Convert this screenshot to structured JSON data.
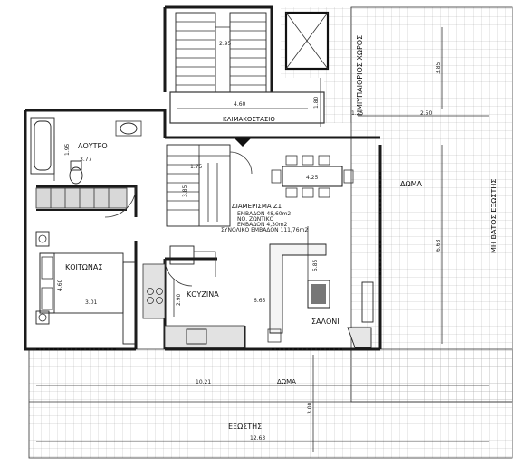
{
  "rooms": {
    "bathroom": "ΛΟΥΤΡΟ",
    "bedroom": "ΚΟΙΤΩΝΑΣ",
    "kitchen": "ΚΟΥΖΙΝΑ",
    "living": "ΣΑΛΟΝΙ",
    "staircase": "ΚΛΙΜΑΚΟΣΤΑΣΙΟ",
    "semi_open": "ΗΜΙΥΠΑΙΘΡΙΟΣ ΧΩΡΟΣ",
    "roof_right": "ΔΩΜΑ",
    "roof_bottom": "ΔΩΜΑ",
    "balcony": "ΕΞΩΣΤΗΣ",
    "non_accessible_balcony": "ΜΗ ΒΑΤΟΣ ΕΞΩΣΤΗΣ"
  },
  "apartment_info": {
    "title": "ΔΙΑΜΕΡΙΣΜΑ Z1",
    "line1": "ΕΜΒΑΔΟΝ 48,60m2",
    "line2": "ΝΟ. ΖΩΝΤΙΚΟ",
    "line3": "ΕΜΒΑΔΟΝ 4,30m2",
    "line4": "ΣΥΝΟΛΙΚΟ ΕΜΒΑΔΟΝ 111,76m2"
  },
  "dimensions": {
    "stair_top": "2.95",
    "stair_width": "4.60",
    "stair_height": "1.80",
    "bath_height": "1.95",
    "bath_width": "3.77",
    "landing": "1.75",
    "hall": "3.85",
    "table": "4.25",
    "bed_height": "4.60",
    "bed_width": "3.01",
    "kitchen_height": "2.90",
    "living_width": "6.65",
    "living_height": "5.85",
    "semi_height": "3.85",
    "semi_left": "1.25",
    "semi_right": "2.50",
    "roof_height": "6.63",
    "terrace_width": "10.21",
    "terrace_height": "3.00",
    "overall_width": "12.63"
  }
}
